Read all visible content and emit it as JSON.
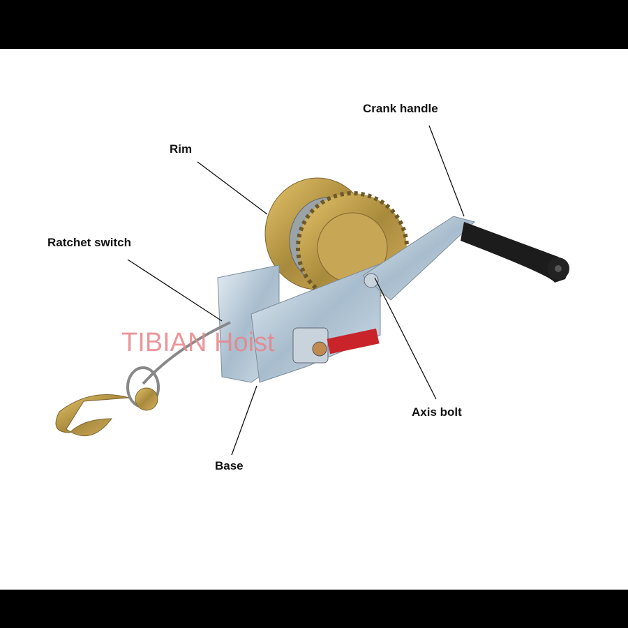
{
  "labels": {
    "crank_handle": "Crank handle",
    "rim": "Rim",
    "ratchet_switch": "Ratchet switch",
    "axis_bolt": "Axis bolt",
    "base": "Base"
  },
  "watermark": "TIBIAN Hoist",
  "colors": {
    "background": "#ffffff",
    "frame_bars": "#000000",
    "watermark": "#e8848a",
    "steel": "#b9c9d6",
    "gold": "#c9a24a",
    "handle": "#1c1c1c"
  }
}
